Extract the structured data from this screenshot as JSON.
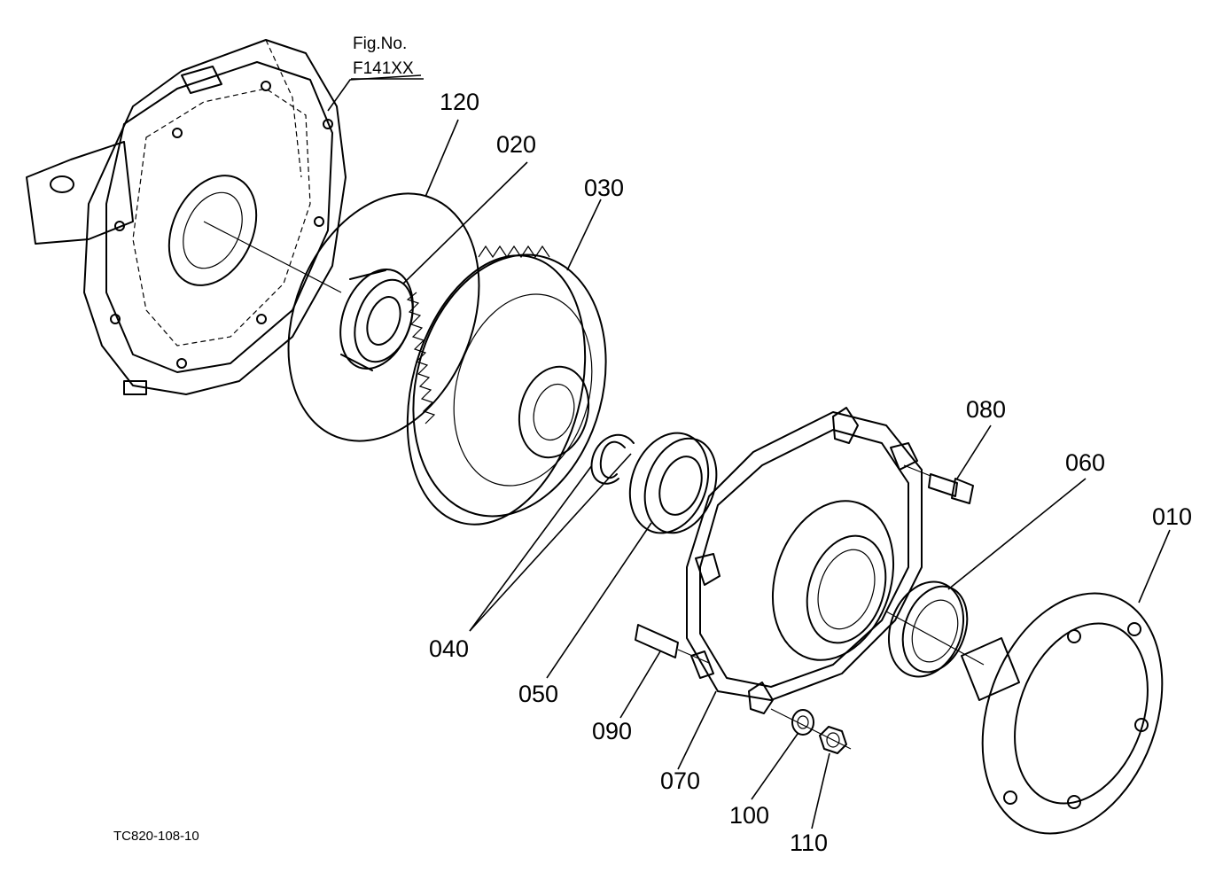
{
  "figure": {
    "fig_label": "Fig.No.",
    "fig_number": "F141XX",
    "drawing_code": "TC820-108-10"
  },
  "callouts": {
    "c120": "120",
    "c020": "020",
    "c030": "030",
    "c040": "040",
    "c050": "050",
    "c060": "060",
    "c070": "070",
    "c080": "080",
    "c090": "090",
    "c100": "100",
    "c110": "110",
    "c010": "010"
  }
}
